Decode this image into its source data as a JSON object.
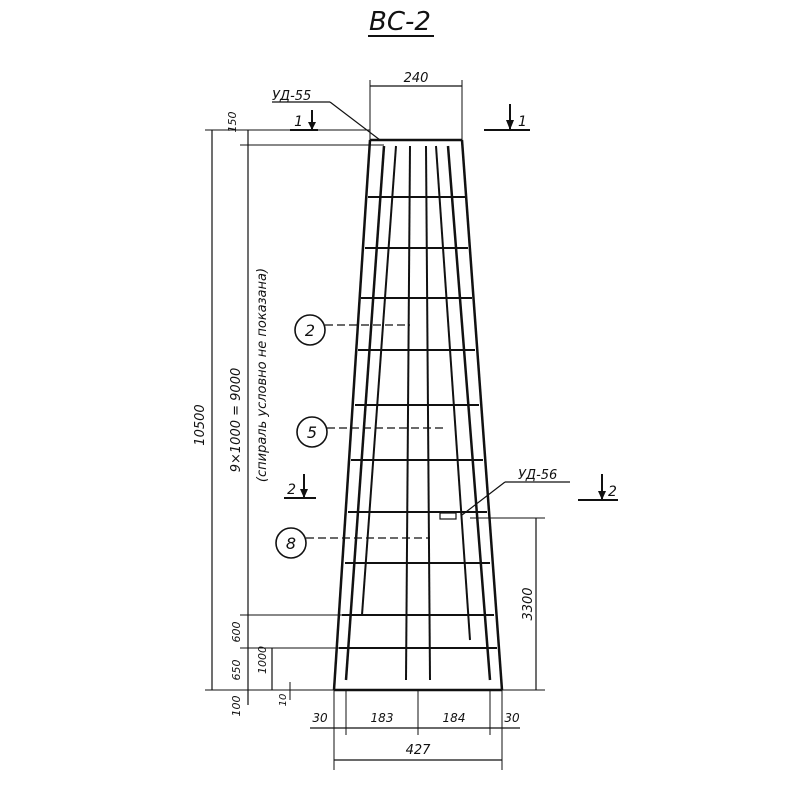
{
  "title": "ВС-2",
  "labels": {
    "ud_top": "УД-55",
    "ud_mid": "УД-56",
    "section_1_left": "1",
    "section_1_right": "1",
    "section_2_left": "2",
    "section_2_right": "2"
  },
  "callouts": {
    "c2": "2",
    "c5": "5",
    "c8": "8"
  },
  "dims": {
    "top_width": "240",
    "top_150": "150",
    "total_height": "10500",
    "spiral_pitch": "9×1000 = 9000",
    "spiral_note": "(спираль условно не показана)",
    "d600": "600",
    "d650": "650",
    "d1000": "1000",
    "d100": "100",
    "d10": "10",
    "d3300": "3300",
    "bot_30_left": "30",
    "bot_183": "183",
    "bot_184": "184",
    "bot_30_right": "30",
    "bot_427": "427"
  }
}
